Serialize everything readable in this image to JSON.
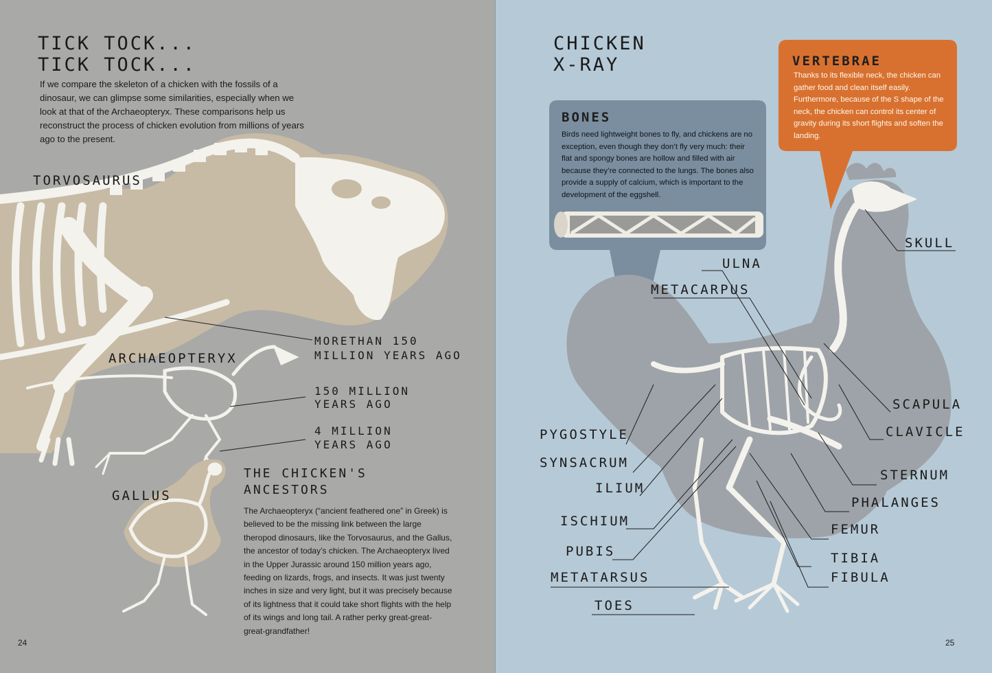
{
  "left_page": {
    "title_line1": "TICK TOCK...",
    "title_line2": "TICK TOCK...",
    "intro": "If we compare the skeleton of a chicken with the fossils of a dinosaur, we can glimpse some similarities, especially when we look at that of the Archaeopteryx. These comparisons help us reconstruct the process of chicken evolution from millions of years ago to the present.",
    "labels": {
      "torvosaurus": "TORVOSAURUS",
      "archaeopteryx": "ARCHAEOPTERYX",
      "gallus": "GALLUS"
    },
    "timeline": {
      "t1_line1": "MORETHAN 150",
      "t1_line2": "MILLION YEARS AGO",
      "t2_line1": "150 MILLION",
      "t2_line2": "YEARS AGO",
      "t3_line1": "4 MILLION",
      "t3_line2": "YEARS AGO"
    },
    "ancestors_title_line1": "THE CHICKEN'S",
    "ancestors_title_line2": "ANCESTORS",
    "ancestors_text": "The Archaeopteryx (“ancient feathered one” in Greek) is believed to be the missing link between the large theropod dinosaurs, like the Torvosaurus, and the Gallus, the ancestor of today’s chicken. The Archaeopteryx lived in the Upper Jurassic around 150 million years ago, feeding on lizards, frogs, and insects. It was just twenty inches in size and very light, but it was precisely because of its lightness that it could take short flights with the help of its wings and long tail. A rather perky great-great-great-grandfather!",
    "page_number": "24"
  },
  "right_page": {
    "title_line1": "CHICKEN",
    "title_line2": "X-RAY",
    "bones_box": {
      "title": "BONES",
      "text": "Birds need lightweight bones to fly, and chickens are no exception, even though they don’t fly very much: their flat and spongy bones are hollow and filled with air because they’re connected to the lungs. The bones also provide a supply of calcium, which is important to the development of the eggshell."
    },
    "vertebrae_box": {
      "title": "VERTEBRAE",
      "text": "Thanks to its flexible neck, the chicken can gather food and clean itself easily. Furthermore, because of the S shape of the neck, the chicken can control its center of gravity during its short flights and soften the landing."
    },
    "labels": {
      "skull": "SKULL",
      "ulna": "ULNA",
      "metacarpus": "METACARPUS",
      "scapula": "SCAPULA",
      "clavicle": "CLAVICLE",
      "pygostyle": "PYGOSTYLE",
      "synsacrum": "SYNSACRUM",
      "sternum": "STERNUM",
      "ilium": "ILIUM",
      "phalanges": "PHALANGES",
      "ischium": "ISCHIUM",
      "femur": "FEMUR",
      "pubis": "PUBIS",
      "tibia": "TIBIA",
      "metatarsus": "METATARSUS",
      "fibula": "FIBULA",
      "toes": "TOES"
    },
    "page_number": "25"
  },
  "colors": {
    "left_bg": "#a9a9a7",
    "right_bg": "#b6c9d6",
    "bones_box": "#7b8e9f",
    "vertebrae_box": "#d8712f",
    "silhouette_beige": "#c7bba6",
    "silhouette_gray": "#9da3a8",
    "bone_white": "#f4f2ec"
  }
}
